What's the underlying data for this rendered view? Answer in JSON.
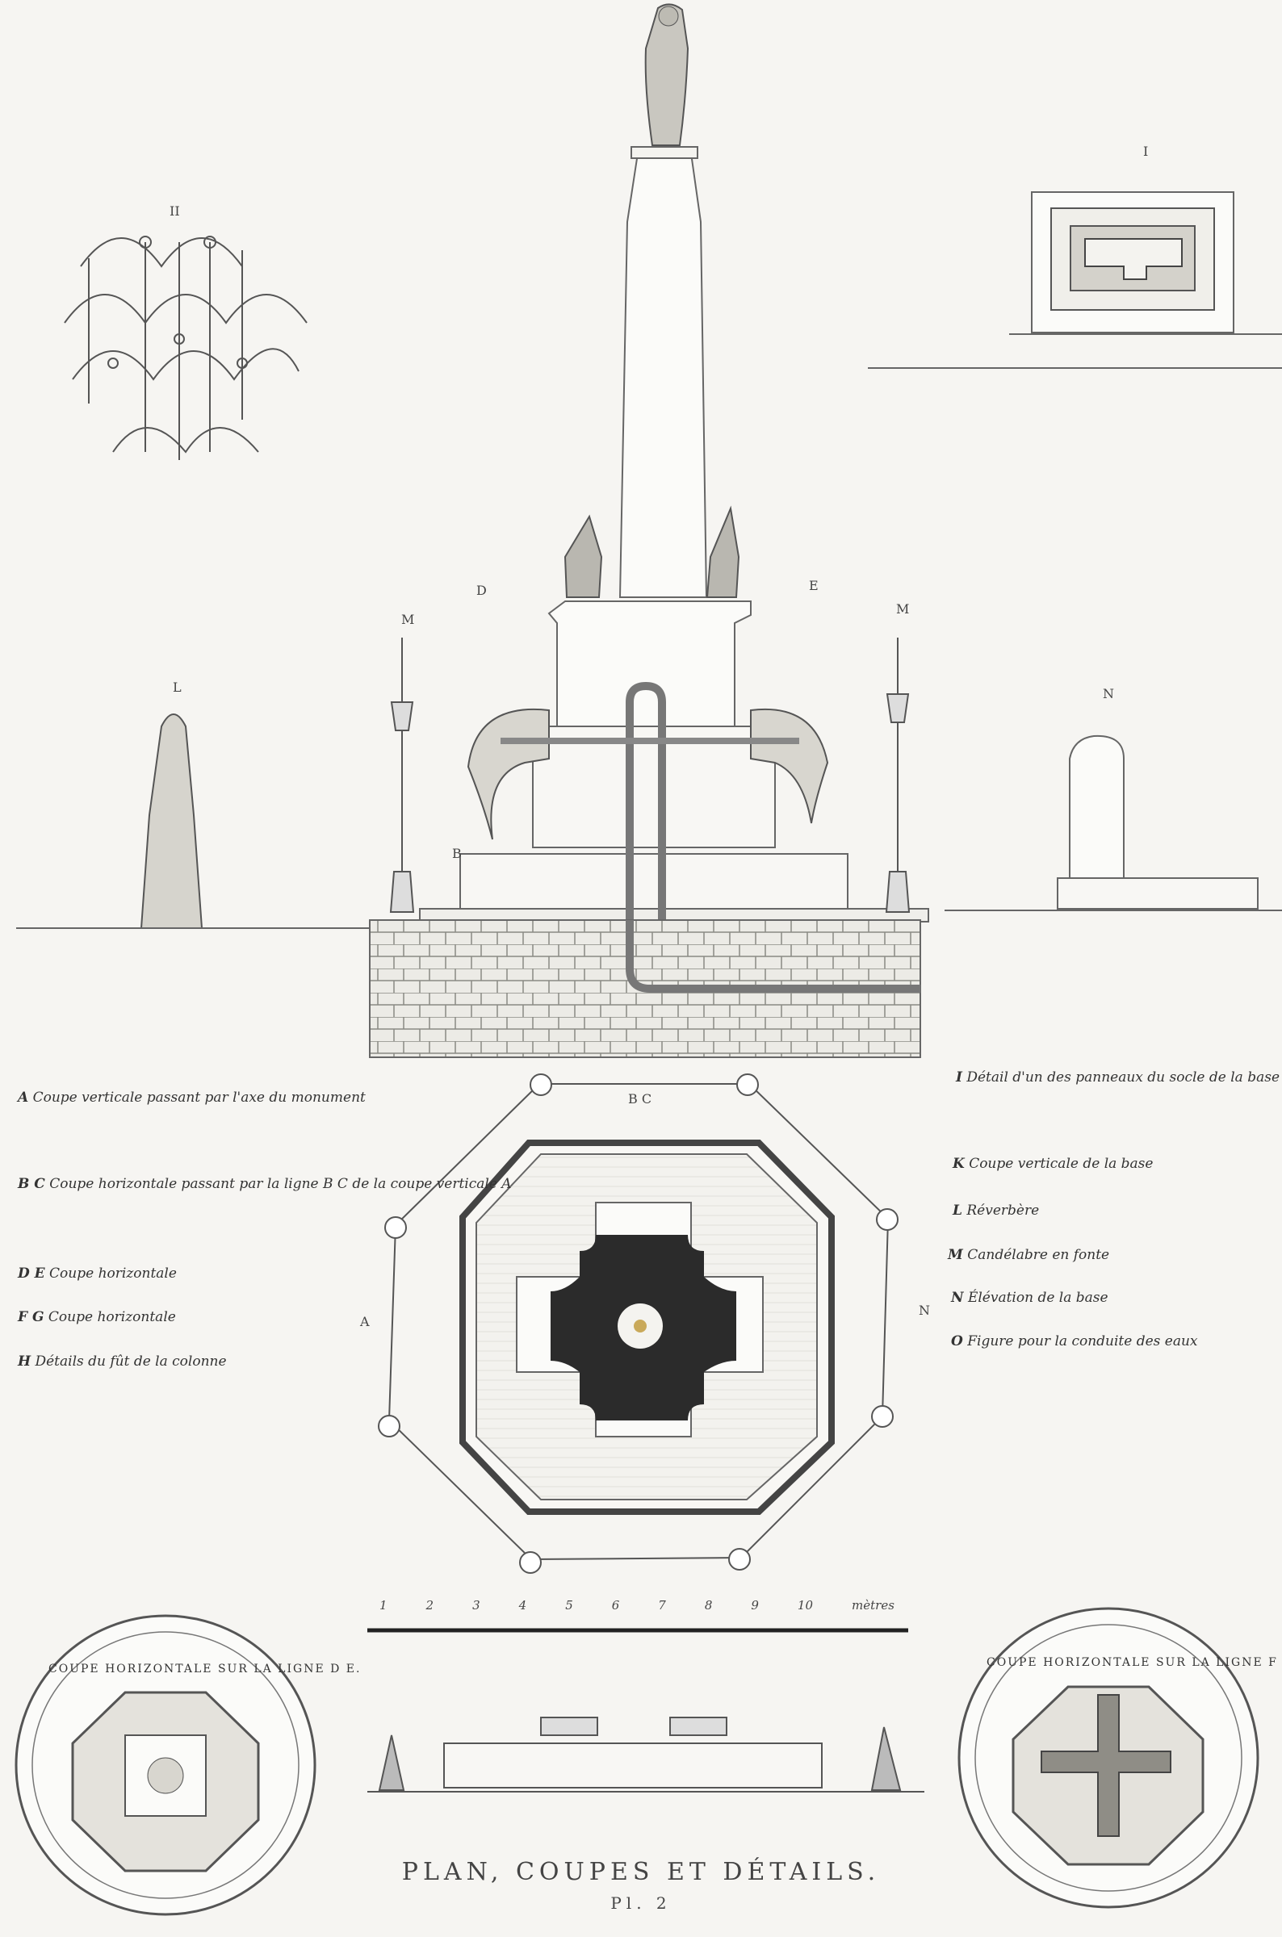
{
  "plate": {
    "title": "PLAN, COUPES ET DÉTAILS.",
    "plate_number": "Pl. 2"
  },
  "figure_marks": {
    "I": "I",
    "II": "II",
    "L_left": "L",
    "M_left": "M",
    "M_right": "M",
    "N": "N",
    "D": "D",
    "E": "E",
    "B": "B",
    "BC": "B C",
    "A": "A"
  },
  "legend_left": [
    {
      "key": "A",
      "text": "Coupe verticale passant par l'axe du monument"
    },
    {
      "key": "B C",
      "text": "Coupe horizontale passant par la ligne B C de la coupe verticale A"
    },
    {
      "key": "D E",
      "text": "Coupe horizontale"
    },
    {
      "key": "F G",
      "text": "Coupe horizontale"
    },
    {
      "key": "H",
      "text": "Détails du fût de la colonne"
    }
  ],
  "legend_right": [
    {
      "key": "I",
      "text": "Détail d'un des panneaux du socle de la base"
    },
    {
      "key": "K",
      "text": "Coupe verticale de la base"
    },
    {
      "key": "L",
      "text": "Réverbère"
    },
    {
      "key": "M",
      "text": "Candélabre en fonte"
    },
    {
      "key": "N",
      "text": "Élévation de la base"
    },
    {
      "key": "O",
      "text": "Figure pour la conduite des eaux"
    }
  ],
  "medallions": {
    "left": "COUPE HORIZONTALE SUR LA LIGNE D E.",
    "right": "COUPE HORIZONTALE SUR LA LIGNE F G."
  },
  "scale": {
    "ticks": [
      "1",
      "2",
      "3",
      "4",
      "5",
      "6",
      "7",
      "8",
      "9",
      "10"
    ],
    "unit": "mètres"
  },
  "elevation_label": "N"
}
